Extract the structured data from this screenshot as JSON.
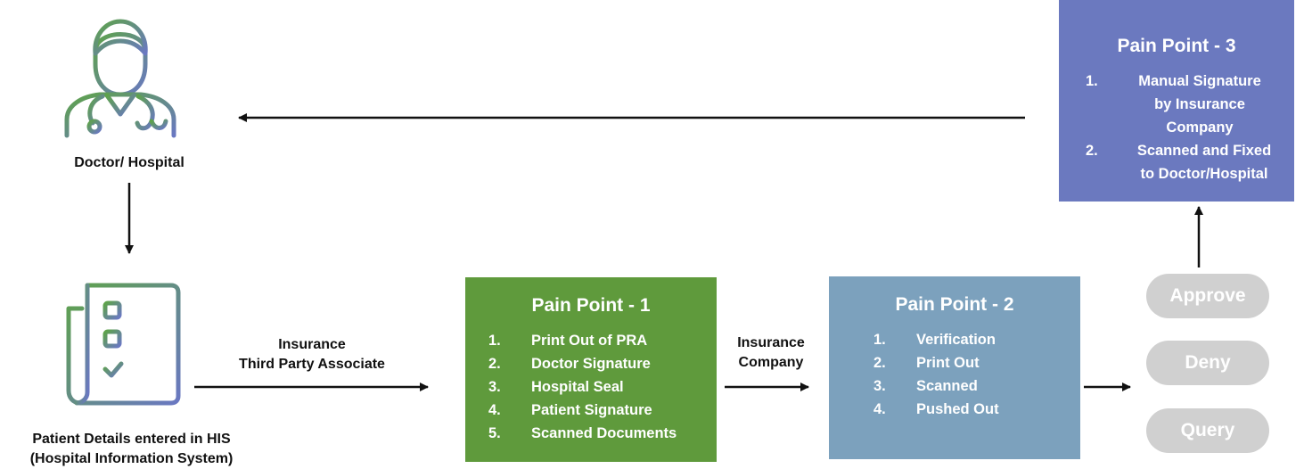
{
  "nodes": {
    "doctor": {
      "label": "Doctor/ Hospital"
    },
    "patient": {
      "label_line1": "Patient Details entered in HIS",
      "label_line2": "(Hospital Information System)"
    }
  },
  "edges": {
    "to_pp1": {
      "line1": "Insurance",
      "line2": "Third Party Associate"
    },
    "to_pp2": {
      "line1": "Insurance",
      "line2": "Company"
    }
  },
  "pain_points": {
    "pp1": {
      "title": "Pain Point - 1",
      "color": "#5f9a3c",
      "items": [
        {
          "num": "1.",
          "text": "Print Out of PRA"
        },
        {
          "num": "2.",
          "text": "Doctor Signature"
        },
        {
          "num": "3.",
          "text": "Hospital Seal"
        },
        {
          "num": "4.",
          "text": "Patient Signature"
        },
        {
          "num": "5.",
          "text": "Scanned Documents"
        }
      ]
    },
    "pp2": {
      "title": "Pain Point - 2",
      "color": "#7ca1bd",
      "items": [
        {
          "num": "1.",
          "text": "Verification"
        },
        {
          "num": "2.",
          "text": "Print Out"
        },
        {
          "num": "3.",
          "text": "Scanned"
        },
        {
          "num": "4.",
          "text": "Pushed Out"
        }
      ]
    },
    "pp3": {
      "title": "Pain Point - 3",
      "color": "#6b79bf",
      "items": [
        {
          "num": "1.",
          "text": "Manual Signature by Insurance Company"
        },
        {
          "num": "2.",
          "text": "Scanned and Fixed to Doctor/Hospital"
        }
      ]
    }
  },
  "outcomes": {
    "approve": "Approve",
    "deny": "Deny",
    "query": "Query"
  },
  "icons": {
    "doctor": "doctor-icon",
    "document": "document-checklist-icon"
  },
  "colors": {
    "icon_gradient_start": "#5ea34a",
    "icon_gradient_end": "#6a78c2",
    "pill": "#d0d0d0"
  }
}
